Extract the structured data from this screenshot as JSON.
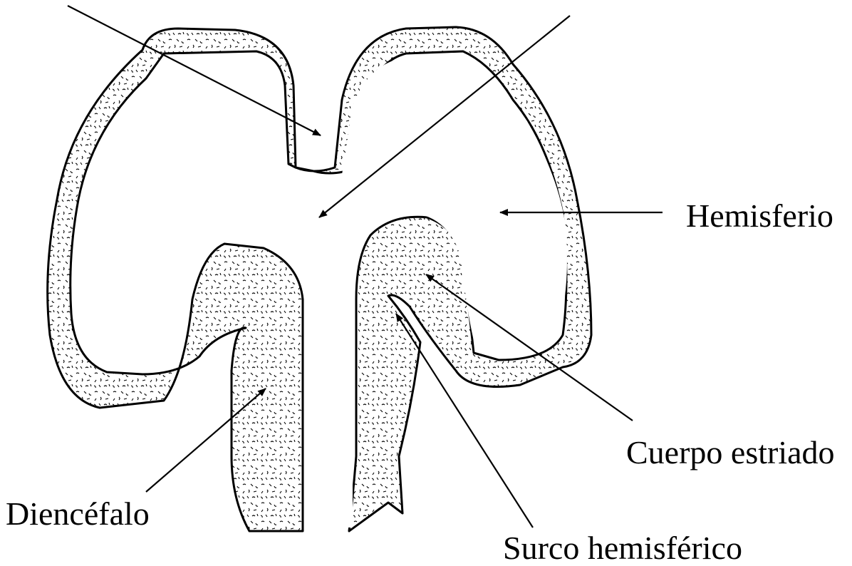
{
  "labels": {
    "hemisferio": "Hemisferio",
    "cuerpo_estriado": "Cuerpo estriado",
    "diencefalo": "Diencéfalo",
    "surco_hemisferico": "Surco hemisférico"
  },
  "colors": {
    "ink": "#000000",
    "background": "#ffffff"
  }
}
